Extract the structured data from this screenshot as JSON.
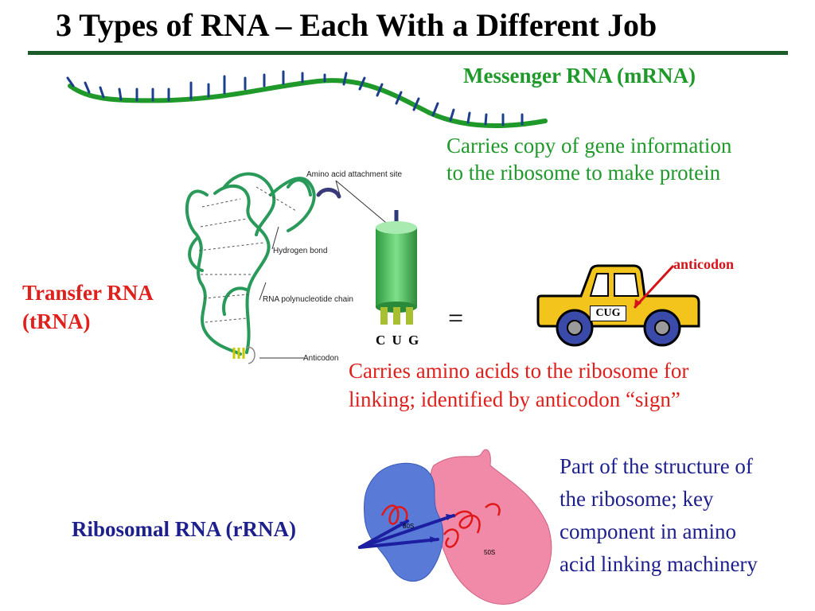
{
  "title": "3 Types of RNA – Each With a Different Job",
  "mrna": {
    "label": "Messenger RNA (mRNA)",
    "desc_line1": "Carries copy of gene information",
    "desc_line2": "to the ribosome to make protein",
    "color": "#1f9a2a"
  },
  "trna": {
    "label_line1": "Transfer RNA",
    "label_line2": "(tRNA)",
    "desc_line1": "Carries amino acids to the ribosome for",
    "desc_line2": "linking; identified by anticodon “sign”",
    "callouts": {
      "attachment": "Amino acid attachment site",
      "hbond": "Hydrogen bond",
      "chain": "RNA polynucleotide chain",
      "anticodon": "Anticodon"
    },
    "codon": "C U G",
    "equals": "=",
    "truck_code": "CUG",
    "anticodon_label": "anticodon",
    "color": "#e0201c"
  },
  "rrna": {
    "label": "Ribosomal RNA (rRNA)",
    "desc_line1": "Part of the structure of",
    "desc_line2": "the ribosome; key",
    "desc_line3": "component in amino",
    "desc_line4": "acid linking machinery",
    "subunit_small": "30S",
    "subunit_large": "50S",
    "color": "#1c1f8c"
  }
}
